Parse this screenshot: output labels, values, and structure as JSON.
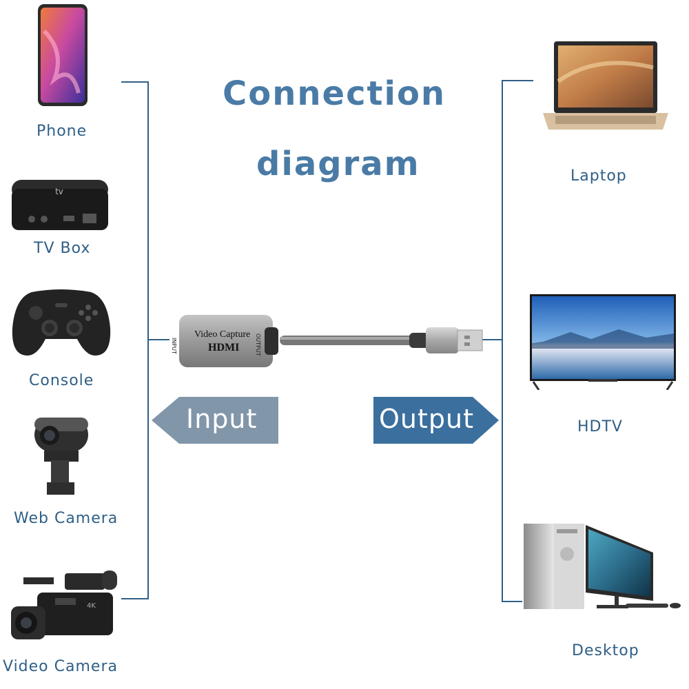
{
  "title": {
    "line1": "Connection",
    "line2": "diagram"
  },
  "colors": {
    "label": "#2f5f86",
    "title": "#4a7ba6",
    "bracket": "#2f5f86",
    "input_arrow": "#8296aa",
    "output_arrow": "#3a6f9e"
  },
  "inputs": [
    {
      "label": "Phone",
      "icon": "phone-icon"
    },
    {
      "label": "TV Box",
      "icon": "tv-box-icon"
    },
    {
      "label": "Console",
      "icon": "game-console-icon"
    },
    {
      "label": "Web Camera",
      "icon": "web-camera-icon"
    },
    {
      "label": "Video Camera",
      "icon": "video-camera-icon"
    }
  ],
  "outputs": [
    {
      "label": "Laptop",
      "icon": "laptop-icon"
    },
    {
      "label": "HDTV",
      "icon": "hdtv-icon"
    },
    {
      "label": "Desktop",
      "icon": "desktop-icon"
    }
  ],
  "device": {
    "input_port": "INPUT",
    "output_port": "OUTPUT",
    "line1": "Video Capture",
    "line2": "HDMI"
  },
  "arrows": {
    "input": "Input",
    "output": "Output"
  }
}
